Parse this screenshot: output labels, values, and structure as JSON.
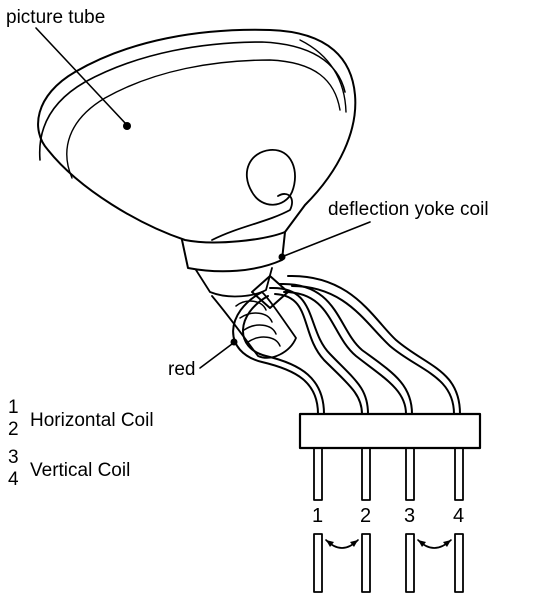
{
  "labels": {
    "picture_tube": "picture tube",
    "deflection_yoke_coil": "deflection yoke coil",
    "red": "red"
  },
  "legend": [
    {
      "numbers": [
        "1",
        "2"
      ],
      "text": "Horizontal Coil"
    },
    {
      "numbers": [
        "3",
        "4"
      ],
      "text": "Vertical Coil"
    }
  ],
  "terminals": [
    "1",
    "2",
    "3",
    "4"
  ]
}
